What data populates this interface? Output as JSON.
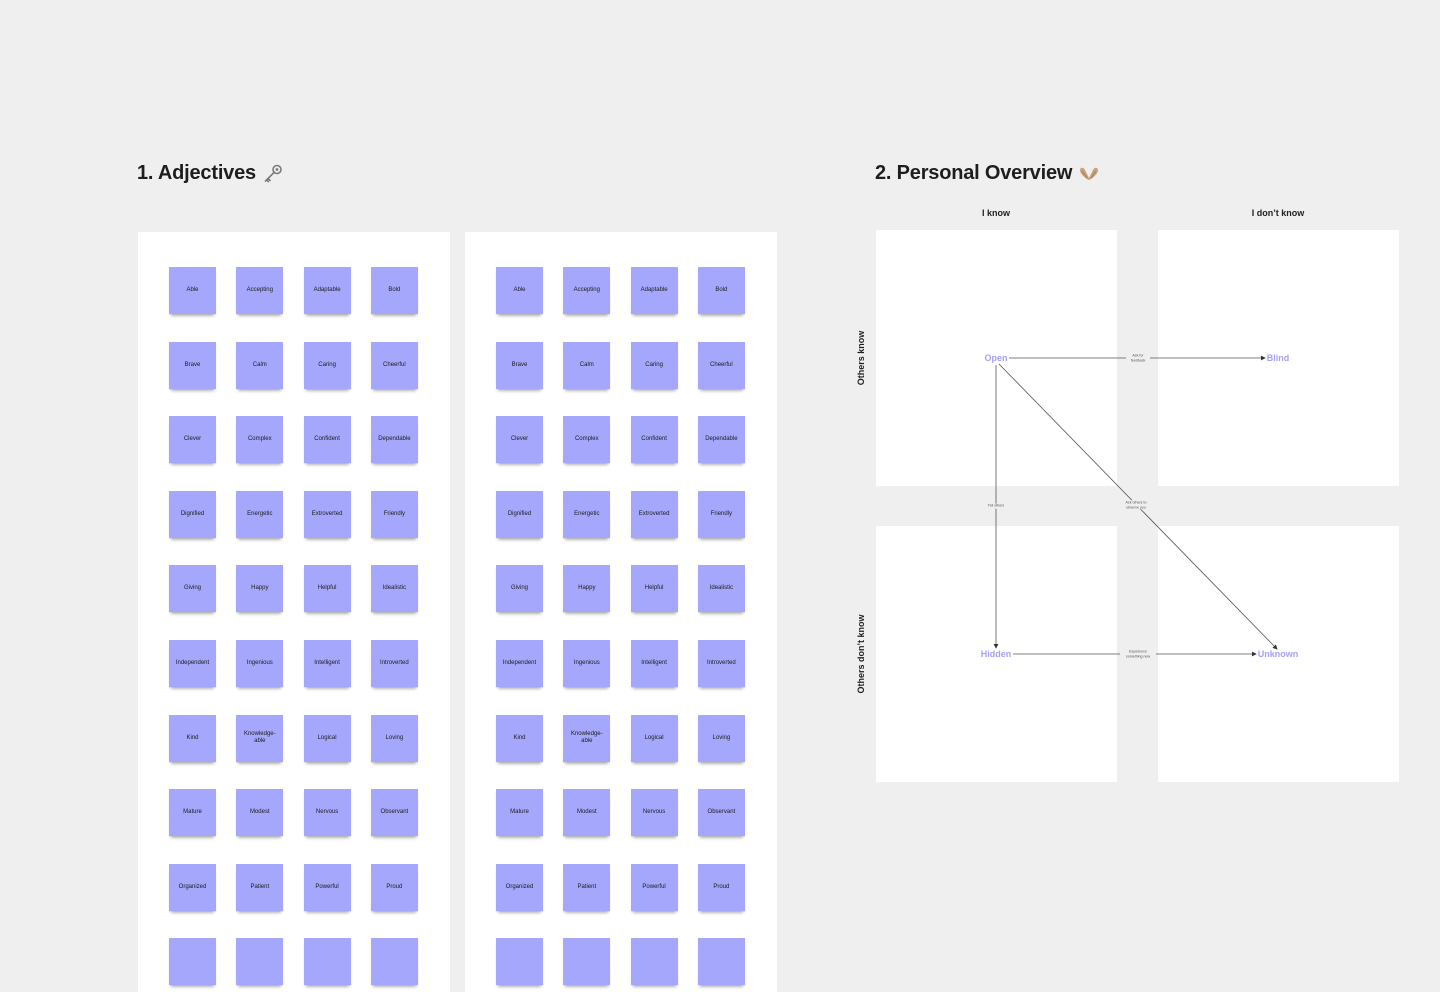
{
  "section1": {
    "title": "1. Adjectives",
    "emoji_icon": "key-icon"
  },
  "section2": {
    "title": "2. Personal Overview",
    "emoji_icon": "heart-hands-icon"
  },
  "adjectives": [
    "Able",
    "Accepting",
    "Adaptable",
    "Bold",
    "Brave",
    "Calm",
    "Caring",
    "Cheerful",
    "Clever",
    "Complex",
    "Confident",
    "Dependable",
    "Dignified",
    "Energetic",
    "Extroverted",
    "Friendly",
    "Giving",
    "Happy",
    "Helpful",
    "Idealistic",
    "Independent",
    "Ingenious",
    "Intelligent",
    "Introverted",
    "Kind",
    "Knowledge-able",
    "Logical",
    "Loving",
    "Mature",
    "Modest",
    "Nervous",
    "Observant",
    "Organized",
    "Patient",
    "Powerful",
    "Proud",
    "",
    "",
    "",
    ""
  ],
  "overview": {
    "col_headers": [
      "I know",
      "I don’t know"
    ],
    "row_headers": [
      "Others know",
      "Others don’t know"
    ],
    "nodes": {
      "open": "Open",
      "blind": "Blind",
      "hidden": "Hidden",
      "unknown": "Unknown"
    },
    "edges": {
      "open_blind": "Ask for feedback",
      "open_hidden": "Tell others",
      "open_unknown": "Ask others to observe you",
      "hidden_unknown": "Experience something new"
    },
    "node_color": "#a4a0f6"
  },
  "colors": {
    "sticky": "#a4a7fb",
    "background": "#efefef",
    "board": "#ffffff"
  }
}
